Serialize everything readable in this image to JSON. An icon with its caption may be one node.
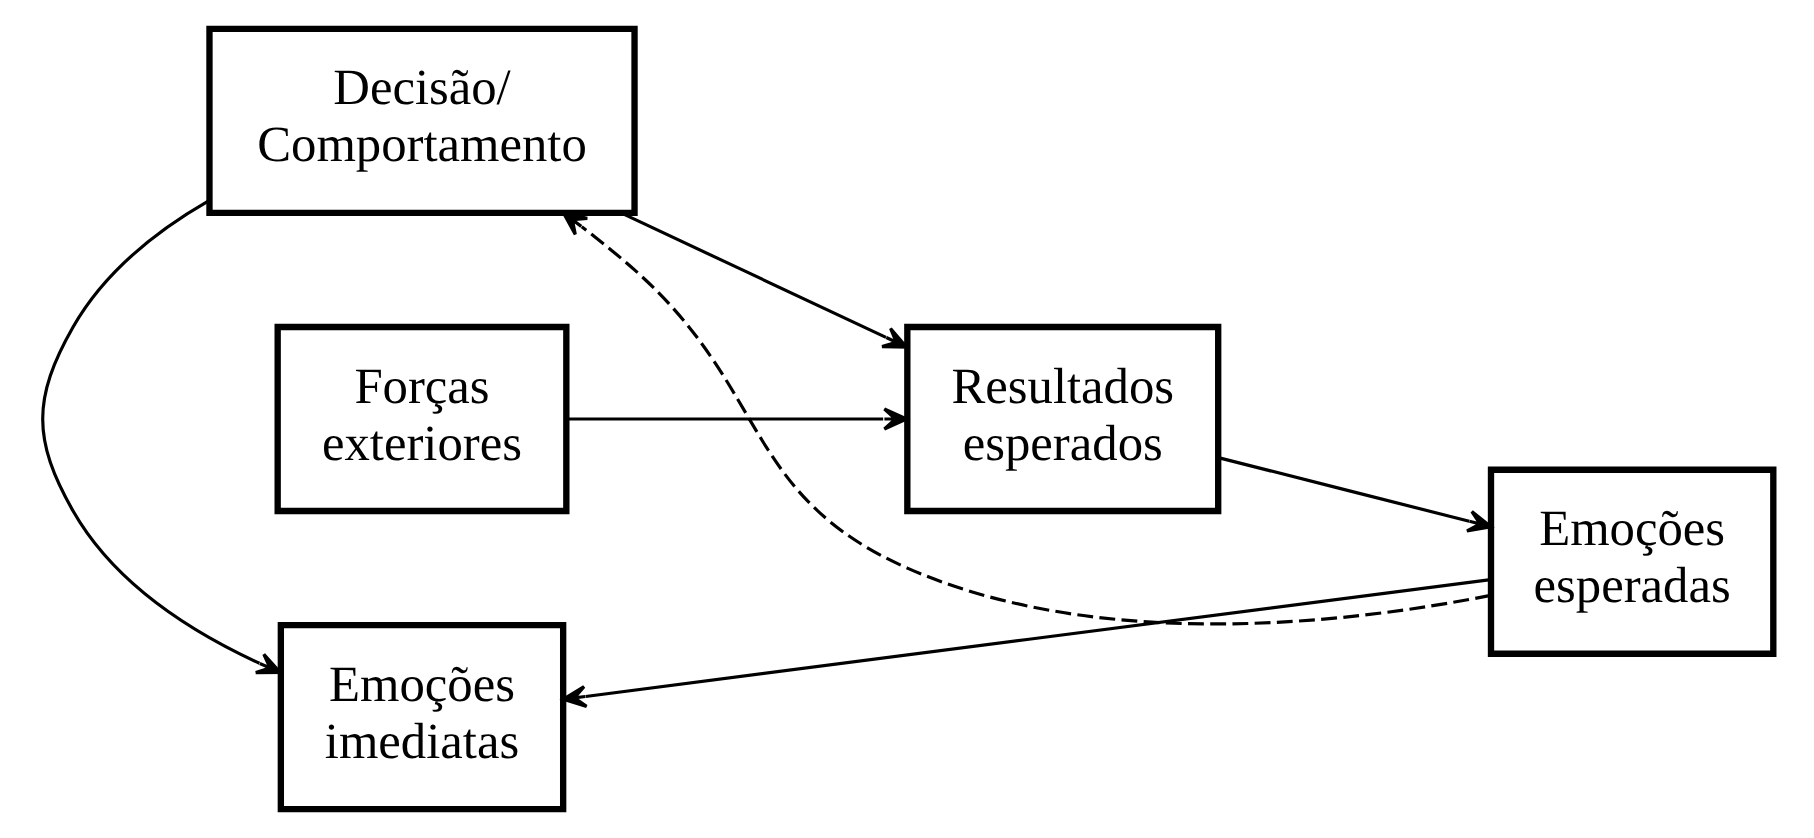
{
  "diagram": {
    "nodes": [
      {
        "text": [
          "Emoções imediatas"
        ]
      },
      {
        "text": [
          "Decisão/ Comportamento"
        ]
      },
      {
        "text": [
          "Forças exteriores"
        ]
      },
      {
        "text": [
          "Resultados esperados"
        ]
      },
      {
        "text": [
          "Emoções esperadas"
        ]
      }
    ],
    "edges": [
      {
        "from": 1,
        "to": 0,
        "arrow": "to"
      },
      {
        "from": 4,
        "to": 0,
        "arrow": "to"
      },
      {
        "from": 4,
        "to": 1,
        "arrow": "to",
        "style": "dashed"
      },
      {
        "from": 1,
        "to": 3,
        "arrow": "to"
      },
      {
        "from": 2,
        "to": 3,
        "arrow": "to"
      },
      {
        "from": 3,
        "to": 4,
        "arrow": "to"
      }
    ]
  }
}
